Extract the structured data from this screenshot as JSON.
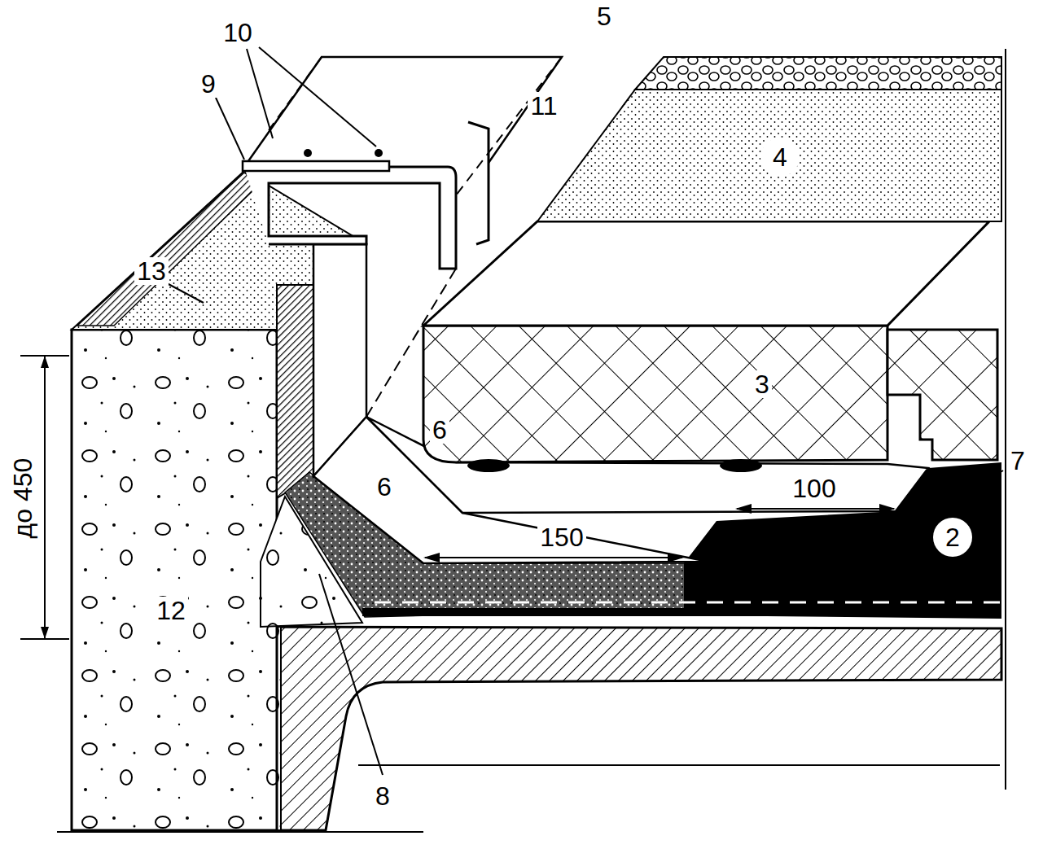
{
  "diagram": {
    "labels": [
      "5",
      "10",
      "9",
      "11",
      "4",
      "13",
      "3",
      "6",
      "7",
      "6",
      "100",
      "150",
      "2",
      "до 450",
      "12",
      "8"
    ]
  }
}
